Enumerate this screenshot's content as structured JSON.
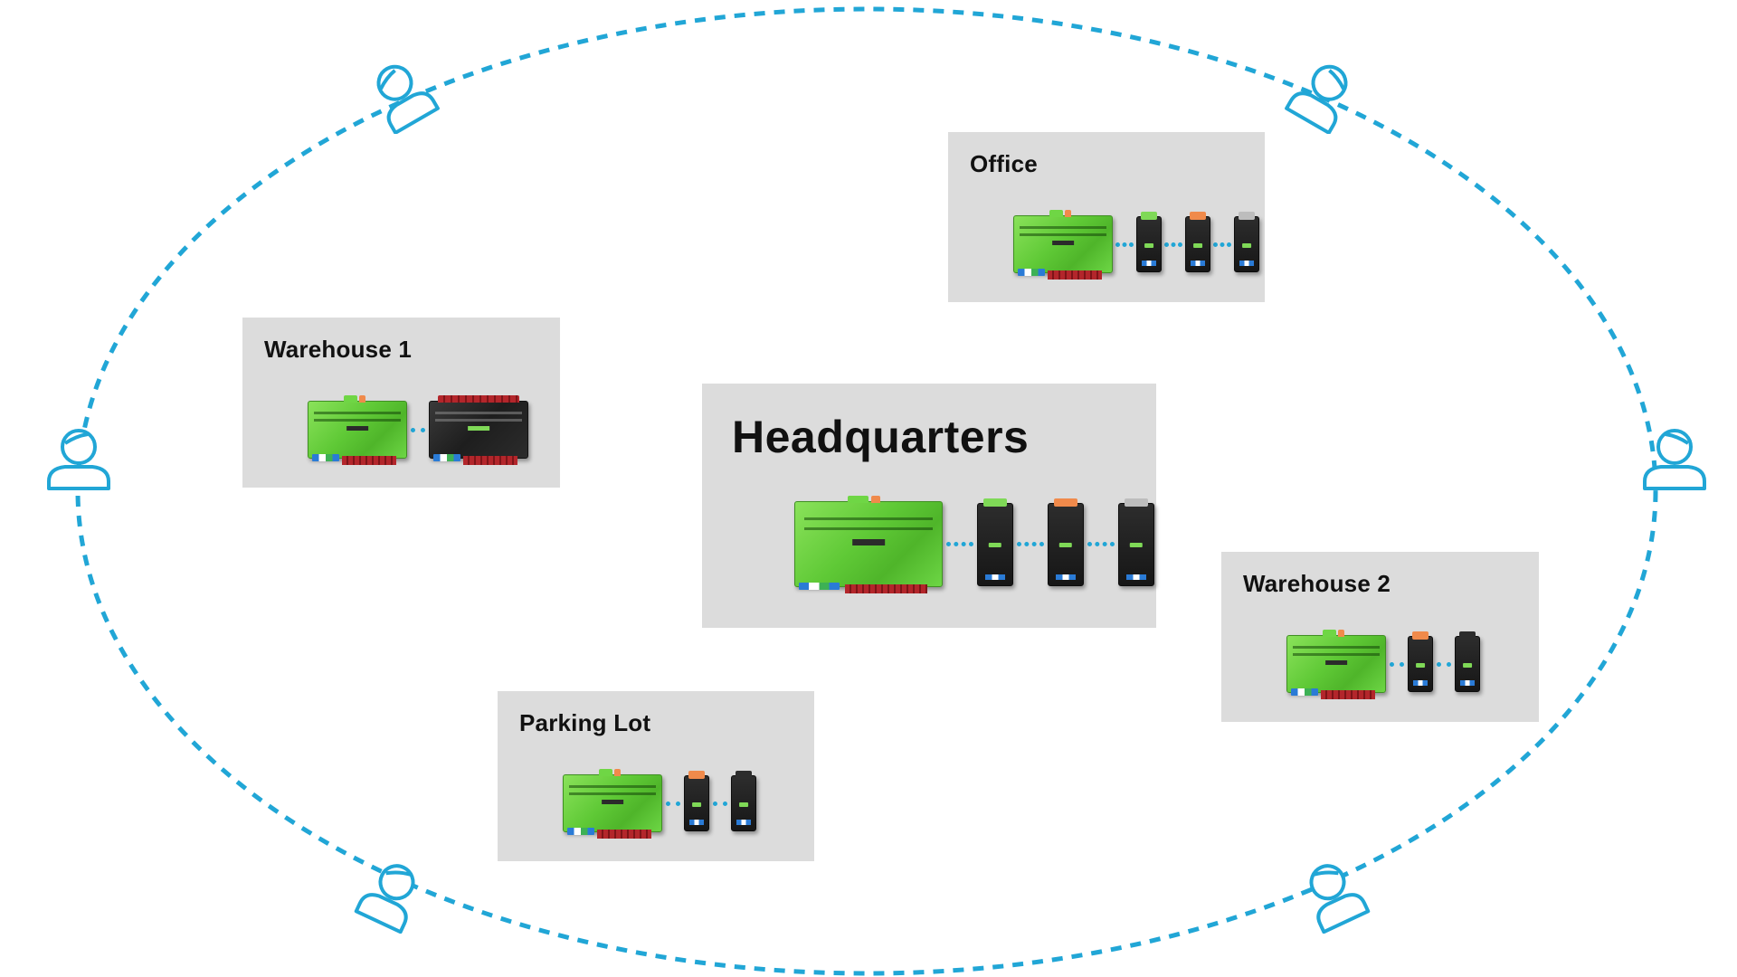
{
  "sites": [
    {
      "id": "headquarters",
      "title": "Headquarters"
    },
    {
      "id": "office",
      "title": "Office"
    },
    {
      "id": "warehouse1",
      "title": "Warehouse 1"
    },
    {
      "id": "warehouse2",
      "title": "Warehouse 2"
    },
    {
      "id": "parking",
      "title": "Parking Lot"
    }
  ],
  "colors": {
    "ring": "#21a6d6",
    "panel": "#dcdcdc",
    "miniserver": "#5fc936",
    "extension": "#1c1c1c"
  },
  "icons": [
    "user-icon",
    "user-icon",
    "user-icon",
    "user-icon",
    "user-icon",
    "user-icon"
  ]
}
